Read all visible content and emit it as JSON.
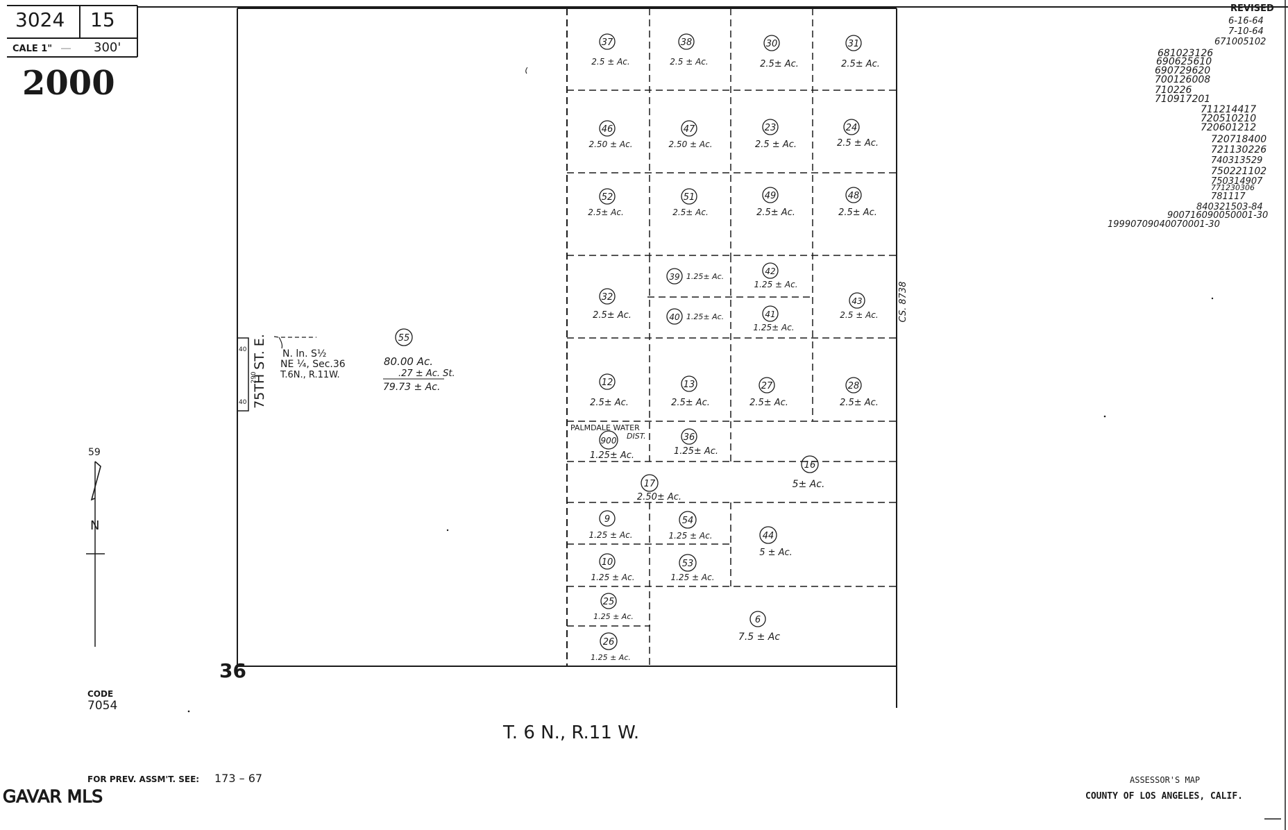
{
  "header": {
    "map_book": "3024",
    "map_page": "15",
    "scale_left": "CALE 1\"",
    "scale_right": "300'",
    "year": "2000"
  },
  "revised": {
    "title": "REVISED",
    "entries": [
      "6-16-64",
      "7-10-64",
      "671005102",
      "681023126",
      "690625610",
      "690729620",
      "700126008",
      "710226",
      "710917201",
      "711214417",
      "720510210",
      "720601212",
      "720718400",
      "721130226",
      "740313529",
      "750221102",
      "750314907",
      "771230306",
      "781117",
      "840321503-84",
      "900716090050001-30",
      "19990709040070001-30"
    ]
  },
  "parcels": [
    {
      "num": "37",
      "area": "2.5 ± Ac."
    },
    {
      "num": "38",
      "area": "2.5 ± Ac."
    },
    {
      "num": "30",
      "area": "2.5± Ac."
    },
    {
      "num": "31",
      "area": "2.5± Ac."
    },
    {
      "num": "46",
      "area": "2.50 ± Ac."
    },
    {
      "num": "47",
      "area": "2.50 ± Ac."
    },
    {
      "num": "23",
      "area": "2.5 ± Ac."
    },
    {
      "num": "24",
      "area": "2.5 ± Ac."
    },
    {
      "num": "52",
      "area": "2.5± Ac."
    },
    {
      "num": "51",
      "area": "2.5± Ac."
    },
    {
      "num": "49",
      "area": "2.5± Ac."
    },
    {
      "num": "48",
      "area": "2.5± Ac."
    },
    {
      "num": "32",
      "area": "2.5± Ac."
    },
    {
      "num": "39",
      "area": "1.25± Ac."
    },
    {
      "num": "42",
      "area": "1.25 ± Ac."
    },
    {
      "num": "40",
      "area": "1.25± Ac."
    },
    {
      "num": "41",
      "area": "1.25± Ac."
    },
    {
      "num": "43",
      "area": "2.5 ± Ac."
    },
    {
      "num": "12",
      "area": "2.5± Ac."
    },
    {
      "num": "13",
      "area": "2.5± Ac."
    },
    {
      "num": "27",
      "area": "2.5± Ac."
    },
    {
      "num": "28",
      "area": "2.5± Ac."
    },
    {
      "num": "900",
      "area": "1.25± Ac."
    },
    {
      "num": "36",
      "area": "1.25± Ac."
    },
    {
      "num": "16",
      "area": "5± Ac."
    },
    {
      "num": "17",
      "area": "2.50± Ac."
    },
    {
      "num": "9",
      "area": "1.25 ± Ac."
    },
    {
      "num": "54",
      "area": "1.25 ± Ac."
    },
    {
      "num": "44",
      "area": "5 ± Ac."
    },
    {
      "num": "10",
      "area": "1.25 ± Ac."
    },
    {
      "num": "53",
      "area": "1.25 ± Ac."
    },
    {
      "num": "25",
      "area": "1.25 ± Ac."
    },
    {
      "num": "26",
      "area": "1.25 ± Ac."
    },
    {
      "num": "6",
      "area": "7.5 ± Ac"
    }
  ],
  "big_parcel": {
    "num": "55",
    "area_1": "80.00 Ac.",
    "area_2": ".27 ± Ac. St.",
    "area_3": "79.73 ± Ac."
  },
  "description": {
    "line1": "N. ln. S½",
    "line2": "NE ¼, Sec.36",
    "line3": "T.6N., R.11W."
  },
  "street": {
    "name": "75TH ST. E.",
    "dim_top": "40",
    "dim_bottom": "40",
    "dim_mid": "290"
  },
  "palmdale": {
    "line1": "PALMDALE WATER",
    "line2": "DIST."
  },
  "cs_label": "CS. 8738",
  "section_number": "36",
  "north": {
    "label": "N",
    "num": "59"
  },
  "township": "T. 6 N., R.11 W.",
  "code_label": "CODE",
  "code_value": "7054",
  "prev_label": "FOR PREV. ASSM'T. SEE:",
  "prev_value": "173 – 67",
  "footer_1": "ASSESSOR'S MAP",
  "footer_2": "COUNTY OF LOS ANGELES, CALIF.",
  "watermark": "GAVAR MLS",
  "colors": {
    "ink": "#1a1a1a",
    "paper": "#ffffff"
  }
}
